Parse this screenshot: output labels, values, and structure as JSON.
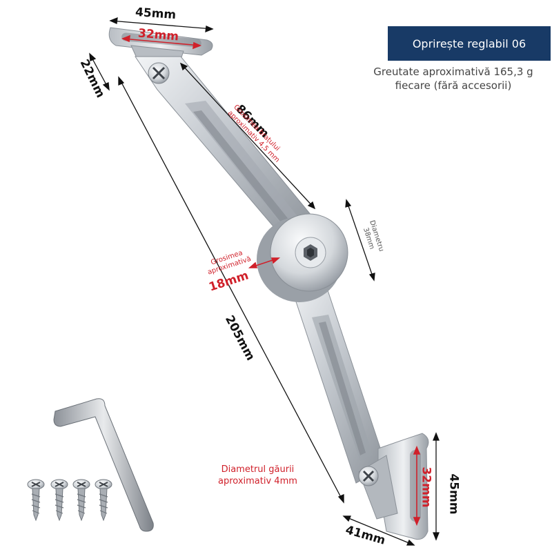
{
  "banner": {
    "title": "Oprirește reglabil 06"
  },
  "weight_note": "Greutate aproximativă 165,3 g fiecare (fără accesorii)",
  "dimensions": {
    "top_width": "45mm",
    "top_hole": "32mm",
    "top_height": "22mm",
    "upper_arm": "86mm",
    "overall_length": "205mm",
    "bottom_width": "41mm",
    "bottom_hole": "32mm",
    "bottom_height": "45mm",
    "hub_thickness": "18mm"
  },
  "notes": {
    "arm_thickness_line1": "Grosimea brațului",
    "arm_thickness_line2": "aproximativ 4,5 mm",
    "diameter_line1": "Diametru",
    "diameter_line2": "38mm",
    "hub_thickness_line1": "Grosimea",
    "hub_thickness_line2": "aproximativă",
    "hole_line1": "Diametrul găurii",
    "hole_line2": "aproximativ 4mm"
  },
  "colors": {
    "banner": "#183a66",
    "accent_red": "#d0202a",
    "metal": "#c8ccd2",
    "dim_line": "#111111"
  },
  "accessories": {
    "screw_count": 4,
    "icons": [
      "hex-key-icon",
      "screw-icon"
    ]
  }
}
